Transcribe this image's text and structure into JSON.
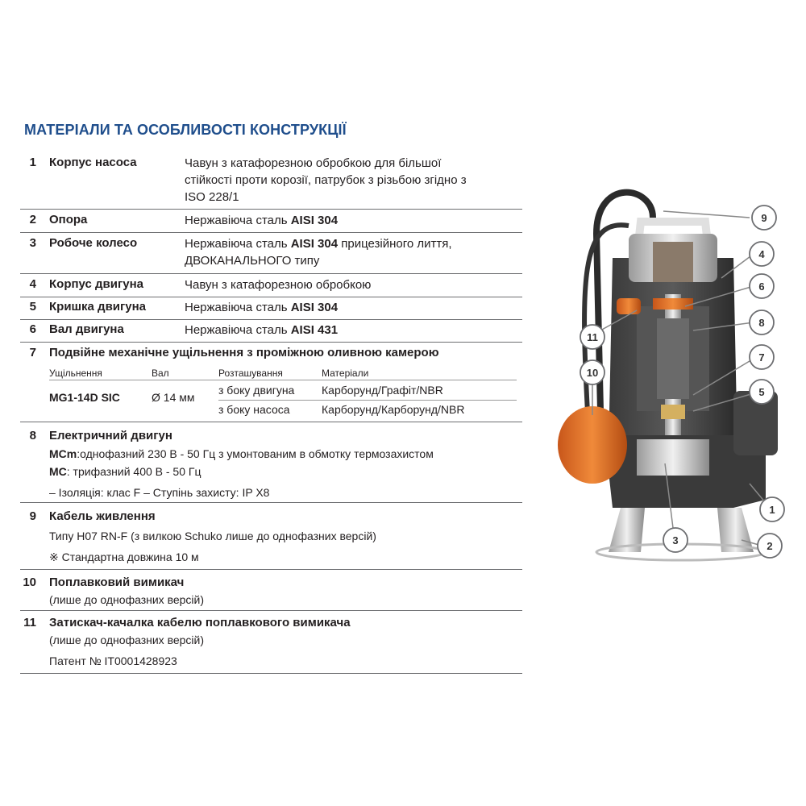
{
  "title": "МАТЕРІАЛИ ТА ОСОБЛИВОСТІ КОНСТРУКЦІЇ",
  "items": [
    {
      "num": "1",
      "name": "Корпус насоса",
      "desc_lines": [
        "Чавун з катафорезною обробкою для більшої",
        "стійкості проти корозії, патрубок з різьбою згідно з",
        "ISO 228/1"
      ]
    },
    {
      "num": "2",
      "name": "Опора",
      "desc_pre": "Нержавіюча сталь ",
      "desc_bold": "AISI 304",
      "desc_post": ""
    },
    {
      "num": "3",
      "name": "Робоче колесо",
      "desc_pre": "Нержавіюча сталь ",
      "desc_bold": "AISI 304",
      "desc_post": " прицезійного лиття,",
      "desc_line2": "ДВОКАНАЛЬНОГО типу"
    },
    {
      "num": "4",
      "name": "Корпус двигуна",
      "desc": "Чавун з катафорезною обробкою"
    },
    {
      "num": "5",
      "name": "Кришка двигуна",
      "desc_pre": "Нержавіюча сталь ",
      "desc_bold": "AISI 304"
    },
    {
      "num": "6",
      "name": "Вал двигуна",
      "desc_pre": "Нержавіюча сталь ",
      "desc_bold": "AISI 431"
    },
    {
      "num": "7",
      "name": "Подвійне механічне ущільнення з проміжною оливною камерою"
    },
    {
      "num": "8",
      "name": "Електричний двигун"
    },
    {
      "num": "9",
      "name": "Кабель живлення"
    },
    {
      "num": "10",
      "name": "Поплавковий вимикач",
      "desc": "(лише до однофазних версій)"
    },
    {
      "num": "11",
      "name": "Затискач-качалка кабелю поплавкового вимикача",
      "desc": "(лише до однофазних версій)",
      "extra": "Патент № IT0001428923"
    }
  ],
  "seal": {
    "headers": [
      "Ущільнення",
      "Вал",
      "Розташування",
      "Матеріали"
    ],
    "model": "MG1-14D SIC",
    "shaft": "Ø 14 мм",
    "rows": [
      {
        "position": "з боку двигуна",
        "materials": "Карборунд/Графіт/NBR"
      },
      {
        "position": "з боку насоса",
        "materials": "Карборунд/Карборунд/NBR"
      }
    ]
  },
  "motor": {
    "mcm_label": "MCm",
    "mcm_text": ":однофазний 230 В - 50 Гц з умонтованим в обмотку термозахистом",
    "mc_label": "MC",
    "mc_text": ":   трифазний 400 В - 50 Гц",
    "insulation": "– Ізоляція: клас F   – Ступінь захисту:  IP X8"
  },
  "cable": {
    "type": "Типу H07 RN-F (з вилкою Schuko лише до однофазних версій)",
    "length": "※ Стандартна довжина 10 м"
  },
  "callouts": [
    "1",
    "2",
    "3",
    "4",
    "5",
    "6",
    "7",
    "8",
    "9",
    "10",
    "11"
  ],
  "colors": {
    "title": "#1f4e8c",
    "orange": "#e87722",
    "body": "#2b2b2b",
    "steel": "#c8c8c8"
  }
}
